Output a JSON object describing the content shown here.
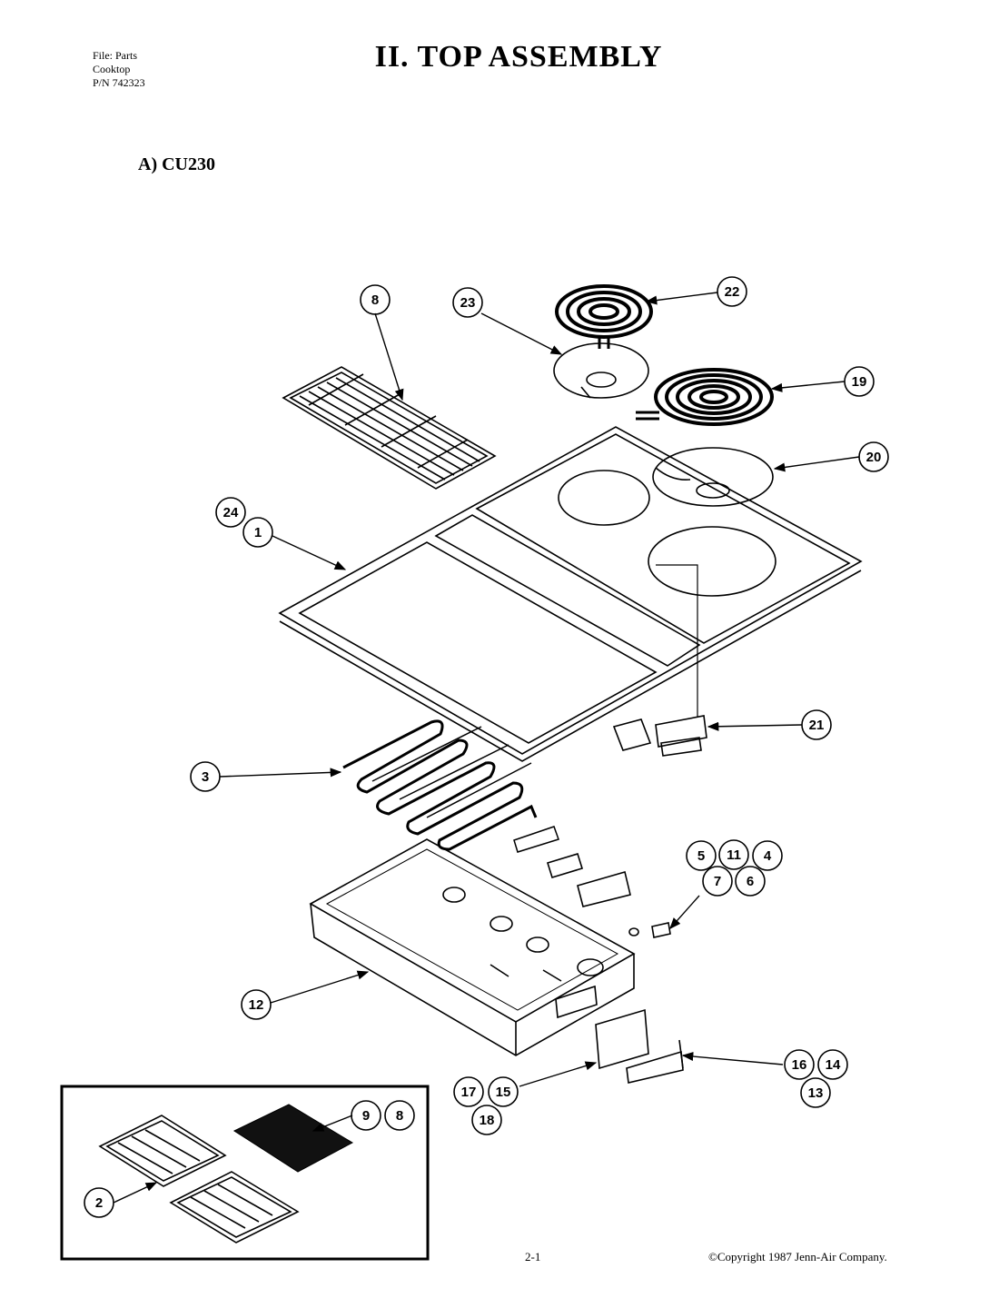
{
  "header": {
    "file_line1": "File: Parts",
    "file_line2": "Cooktop",
    "file_line3": "P/N 742323",
    "title": "II. TOP ASSEMBLY",
    "section": "A) CU230"
  },
  "callouts": {
    "c8_top": "8",
    "c23": "23",
    "c22": "22",
    "c19": "19",
    "c20": "20",
    "c24": "24",
    "c1": "1",
    "c21": "21",
    "c3": "3",
    "c5": "5",
    "c11": "11",
    "c4": "4",
    "c7": "7",
    "c6": "6",
    "c12": "12",
    "c16": "16",
    "c14": "14",
    "c13": "13",
    "c17": "17",
    "c15": "15",
    "c18": "18",
    "c9": "9",
    "c8_inset": "8",
    "c2": "2"
  },
  "footer": {
    "page": "2-1",
    "copyright": "©Copyright 1987 Jenn-Air Company."
  }
}
